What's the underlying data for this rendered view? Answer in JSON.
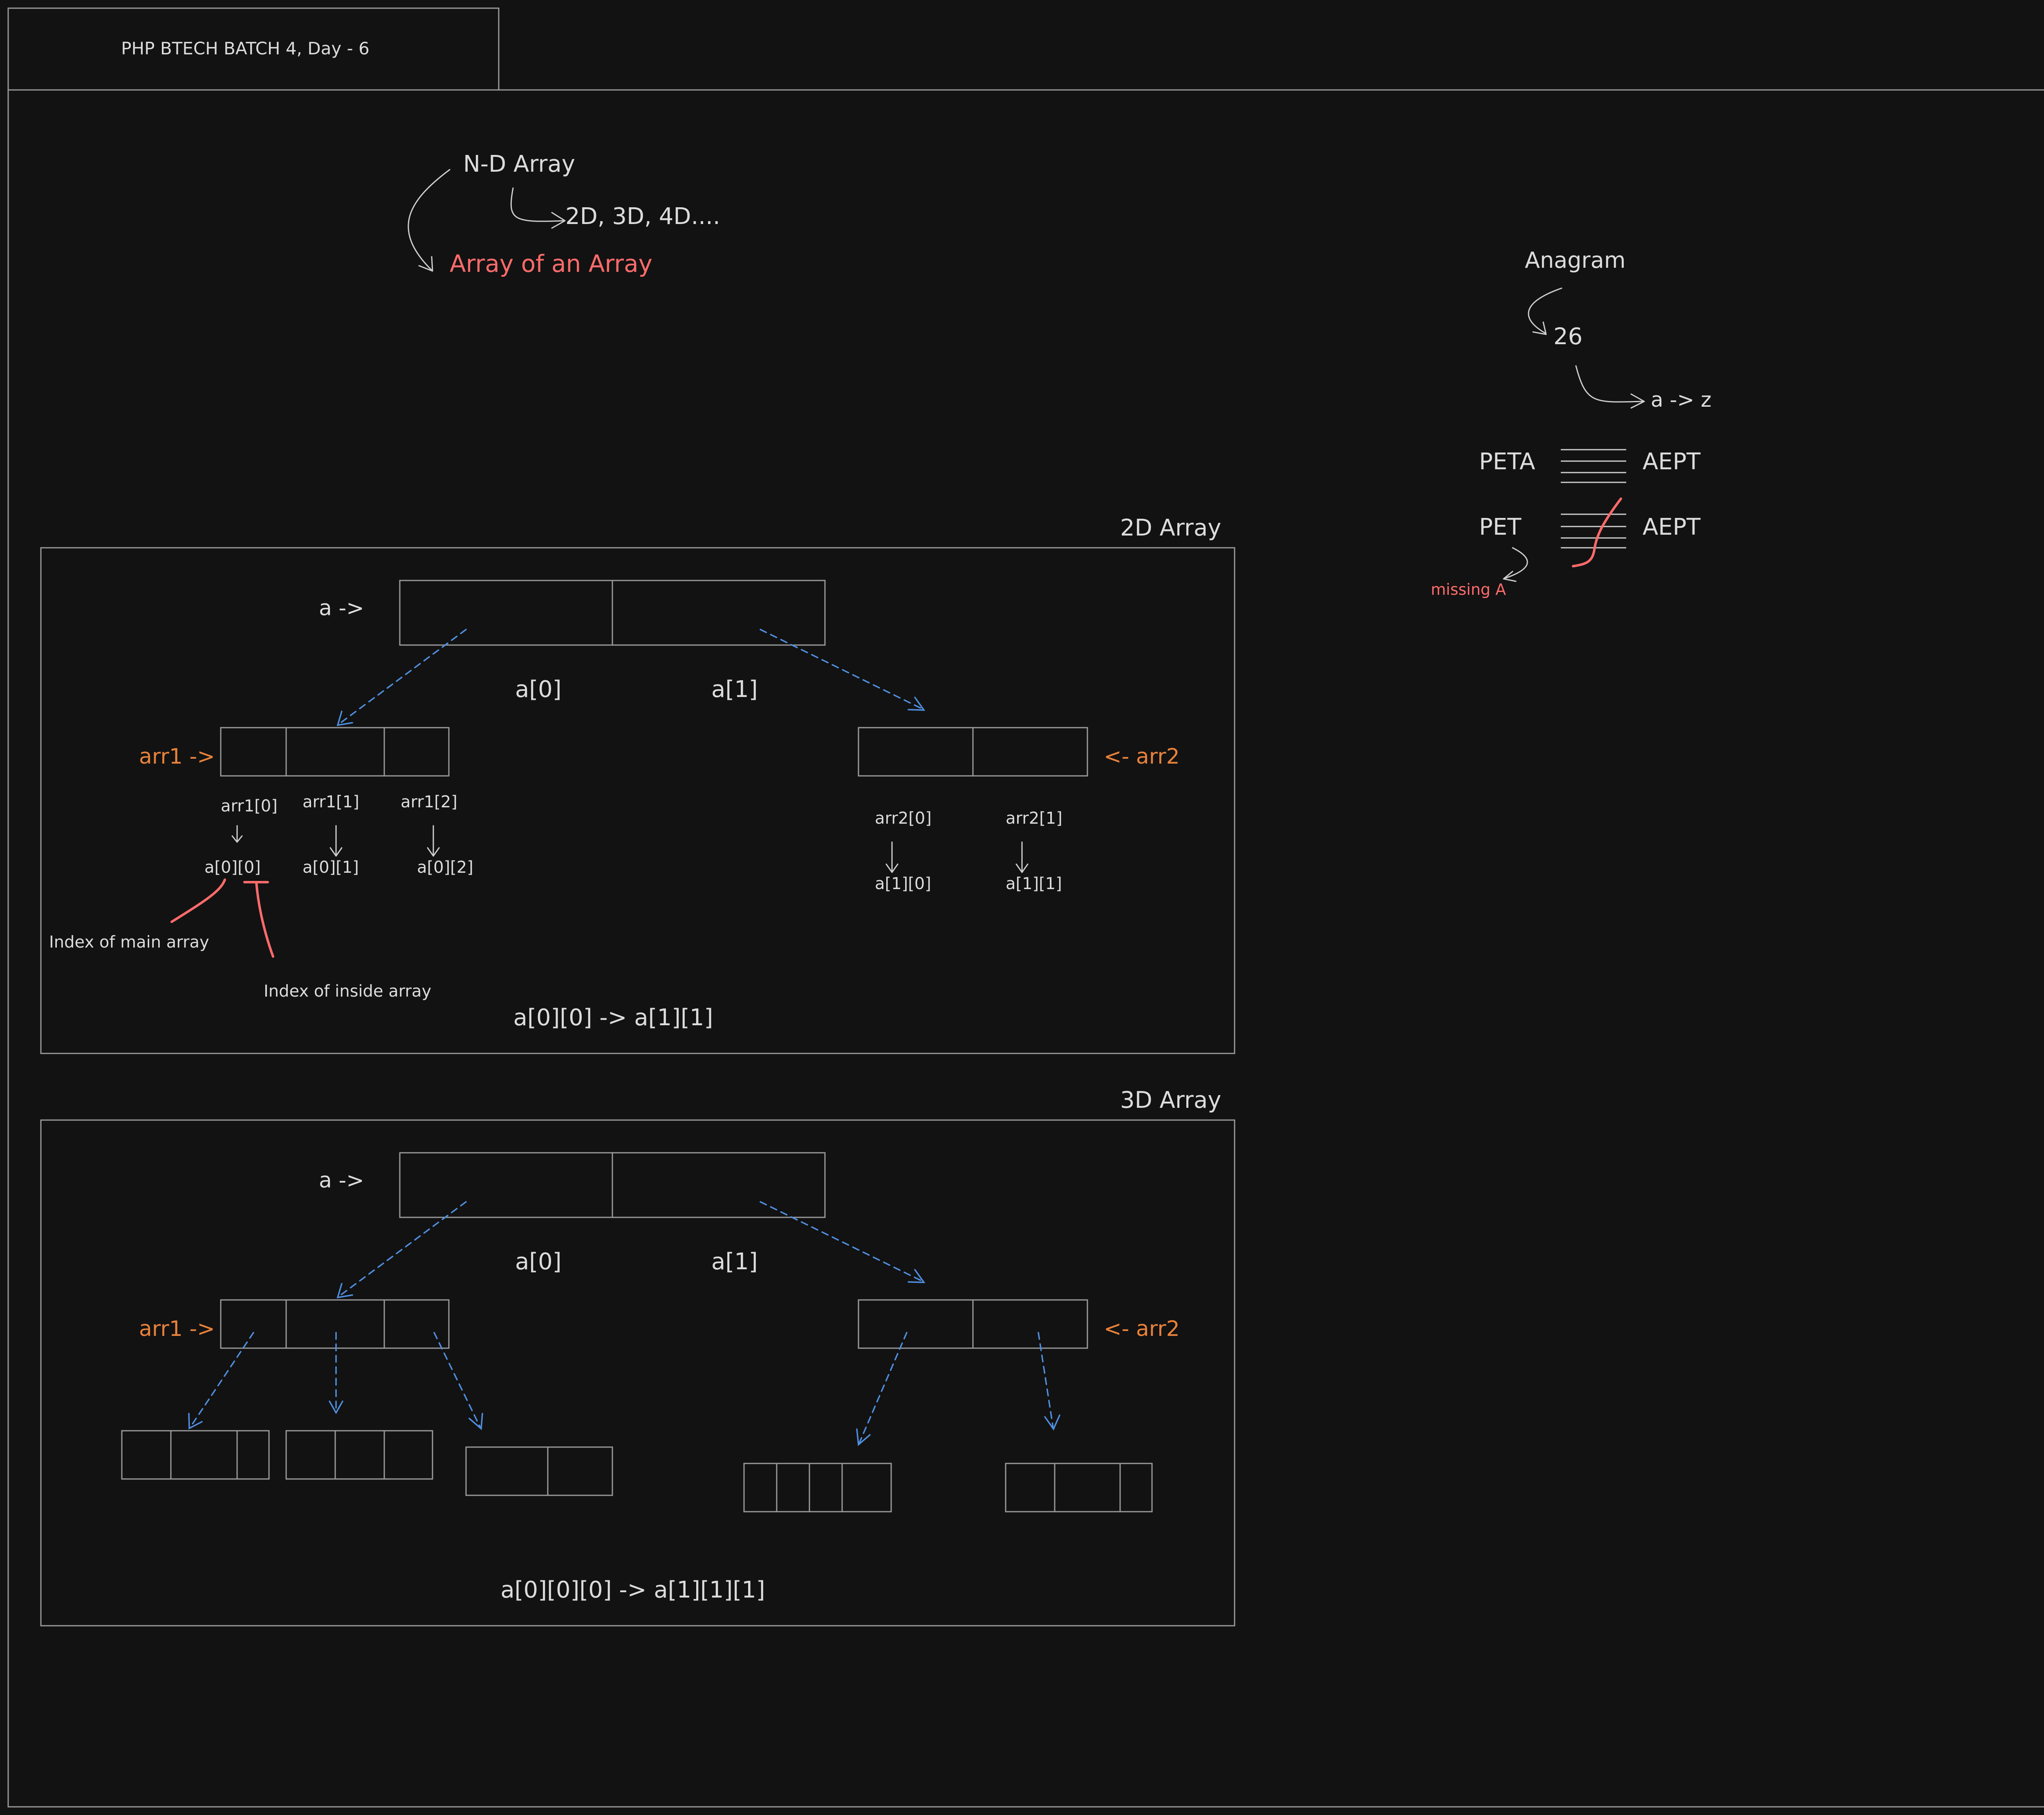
{
  "header": {
    "title": "PHP BTECH BATCH 4, Day - 6"
  },
  "nd_array": {
    "title": "N-D Array",
    "dims": "2D, 3D, 4D....",
    "definition": "Array of an Array"
  },
  "anagram": {
    "title": "Anagram",
    "count": "26",
    "range": "a -> z",
    "row1_left": "PETA",
    "row1_right": "AEPT",
    "row2_left": "PET",
    "row2_right": "AEPT",
    "note": "missing A"
  },
  "array_2d": {
    "title": "2D Array",
    "a_label": "a ->",
    "a0": "a[0]",
    "a1": "a[1]",
    "arr1": "arr1 ->",
    "arr2": "<- arr2",
    "arr1_0": "arr1[0]",
    "arr1_1": "arr1[1]",
    "arr1_2": "arr1[2]",
    "a00": "a[0][0]",
    "a01": "a[0][1]",
    "a02": "a[0][2]",
    "arr2_0": "arr2[0]",
    "arr2_1": "arr2[1]",
    "a10": "a[1][0]",
    "a11": "a[1][1]",
    "index_main": "Index of main array",
    "index_inside": "Index of inside array",
    "range": "a[0][0] -> a[1][1]"
  },
  "array_3d": {
    "title": "3D Array",
    "a_label": "a ->",
    "a0": "a[0]",
    "a1": "a[1]",
    "arr1": "arr1 ->",
    "arr2": "<- arr2",
    "range": "a[0][0][0] -> a[1][1][1]"
  },
  "colors": {
    "background": "#121212",
    "text": "#dcdcdc",
    "red": "#ff6b6b",
    "orange": "#e8823a",
    "blue": "#4f8fe0"
  }
}
